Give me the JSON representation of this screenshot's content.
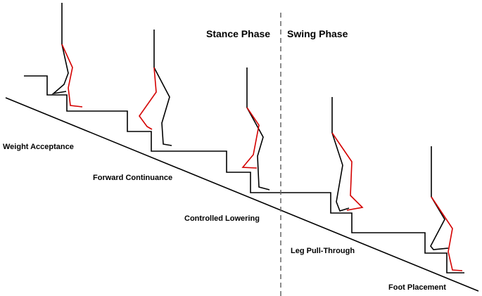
{
  "phases": {
    "stance": "Stance Phase",
    "swing": "Swing Phase"
  },
  "subphases": {
    "weight_acceptance": "Weight Acceptance",
    "forward_continuance": "Forward Continuance",
    "controlled_lowering": "Controlled Lowering",
    "leg_pull_through": "Leg Pull-Through",
    "foot_placement": "Foot Placement"
  },
  "colors": {
    "near_leg": "#d40000",
    "far_leg": "#000000",
    "divider": "#666666"
  }
}
